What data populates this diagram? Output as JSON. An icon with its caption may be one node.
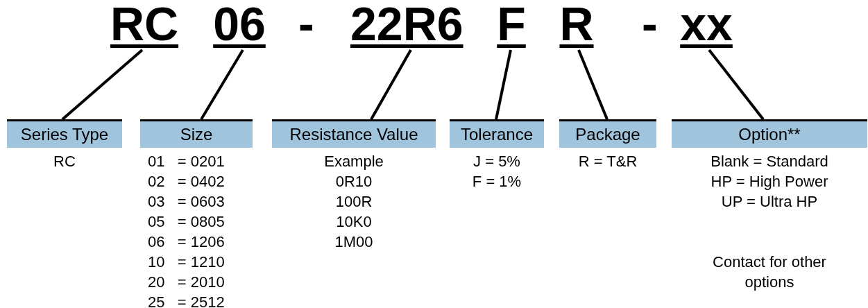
{
  "diagram": {
    "nodes": [
      {
        "text": [
          "RC"
        ]
      },
      {
        "text": [
          "06"
        ]
      },
      {
        "text": [
          "22R6"
        ]
      },
      {
        "text": [
          "F"
        ]
      },
      {
        "text": [
          "R"
        ]
      },
      {
        "text": [
          "xx"
        ]
      },
      {
        "text": [
          "Series Type"
        ],
        "beside": [
          "RC"
        ]
      },
      {
        "text": [
          "Size"
        ],
        "beside": [
          "01 = 0201",
          "02 = 0402",
          "03 = 0603",
          "05 = 0805",
          "06 = 1206",
          "10 = 1210",
          "20 = 2010",
          "25 = 2512"
        ]
      },
      {
        "text": [
          "Resistance Value"
        ],
        "beside": [
          "Example",
          "0R10",
          "100R",
          "10K0",
          "1M00"
        ]
      },
      {
        "text": [
          "Tolerance"
        ],
        "beside": [
          "J = 5%",
          "F = 1%"
        ]
      },
      {
        "text": [
          "Package"
        ],
        "beside": [
          "R = T&R"
        ]
      },
      {
        "text": [
          "Option**"
        ],
        "beside": [
          "Blank = Standard",
          "HP = High Power",
          "UP = Ultra HP",
          "Contact for other options"
        ]
      }
    ],
    "edges": [
      {
        "from": 0,
        "to": 6,
        "arrow": "none"
      },
      {
        "from": 1,
        "to": 7,
        "arrow": "none"
      },
      {
        "from": 2,
        "to": 8,
        "arrow": "none"
      },
      {
        "from": 3,
        "to": 9,
        "arrow": "none"
      },
      {
        "from": 4,
        "to": 10,
        "arrow": "none"
      },
      {
        "from": 5,
        "to": 11,
        "arrow": "none"
      }
    ],
    "labels": [
      "-",
      "-"
    ]
  }
}
